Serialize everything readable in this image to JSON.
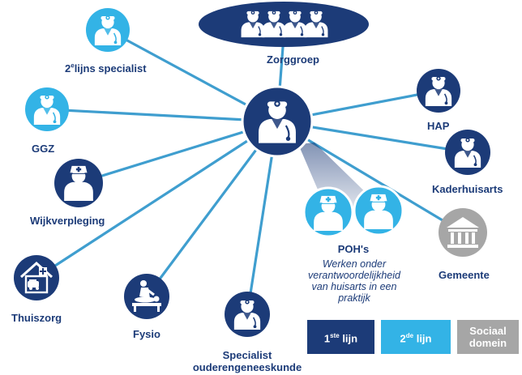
{
  "colors": {
    "dark_blue": "#1c3b78",
    "light_blue": "#33b3e6",
    "line_blue": "#3f9ecf",
    "grey": "#a6a6a6"
  },
  "nodes": {
    "zorggroep": {
      "label": "Zorggroep",
      "icon": "group-of-doctors-icon"
    },
    "specialist_2e": {
      "label_prefix": "2",
      "label_sup": "e",
      "label_rest": "lijns specialist",
      "icon": "doctor-icon"
    },
    "ggz": {
      "label": "GGZ",
      "icon": "doctor-icon"
    },
    "wijkverpleging": {
      "label": "Wijkverpleging",
      "icon": "nurse-icon"
    },
    "thuiszorg": {
      "label": "Thuiszorg",
      "icon": "home-care-icon"
    },
    "fysio": {
      "label": "Fysio",
      "icon": "physiotherapy-icon"
    },
    "specialist_ouderen": {
      "label_line1": "Specialist",
      "label_line2": "ouderengeneeskunde",
      "icon": "doctor-icon"
    },
    "hap": {
      "label": "HAP",
      "icon": "doctor-icon"
    },
    "kaderhuisarts": {
      "label": "Kaderhuisarts",
      "icon": "doctor-icon"
    },
    "gemeente": {
      "label": "Gemeente",
      "icon": "town-hall-icon"
    },
    "poh": {
      "label": "POH's",
      "icon": "nurse-icon",
      "note_line1": "Werken onder",
      "note_line2": "verantwoordelijkheid",
      "note_line3": "van huisarts in een",
      "note_line4": "praktijk"
    },
    "huisarts": {
      "icon": "doctor-icon"
    }
  },
  "legend": {
    "first": {
      "num": "1",
      "sup": "ste",
      "rest": " lijn",
      "color": "#1c3b78"
    },
    "second": {
      "num": "2",
      "sup": "de",
      "rest": " lijn",
      "color": "#33b3e6"
    },
    "social": {
      "line1": "Sociaal",
      "line2": "domein",
      "color": "#a6a6a6"
    }
  }
}
